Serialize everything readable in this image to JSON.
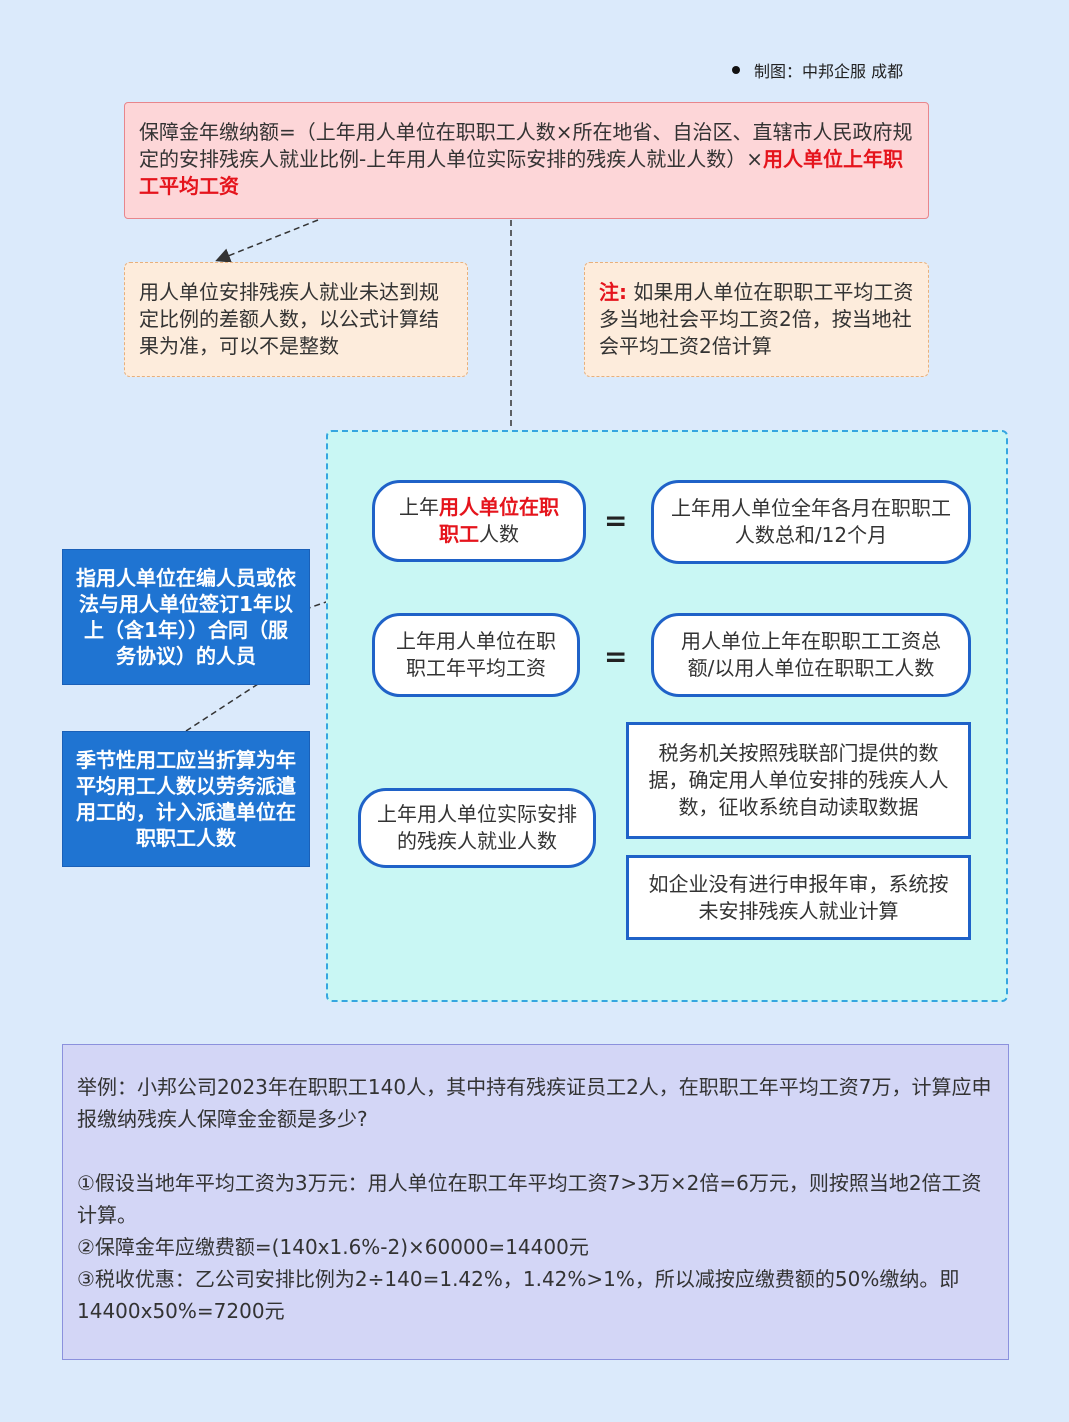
{
  "credit": "制图：中邦企服 成都",
  "formula": {
    "main": "保障金年缴纳额=（上年用人单位在职职工人数×所在地省、自治区、直辖市人民政府规定的安排残疾人就业比例-上年用人单位实际安排的残疾人就业人数）×",
    "highlight": "用人单位上年职工平均工资"
  },
  "note_left": "用人单位安排残疾人就业未达到规定比例的差额人数，以公式计算结果为准，可以不是整数",
  "note_right": {
    "label": "注:",
    "text": "如果用人单位在职职工平均工资多当地社会平均工资2倍，按当地社会平均工资2倍计算"
  },
  "row1": {
    "left_prefix": "上年",
    "left_highlight": "用人单位在职职工",
    "left_suffix": "人数",
    "eq": "=",
    "right": "上年用人单位全年各月在职职工人数总和/12个月"
  },
  "row2": {
    "left": "上年用人单位在职职工年平均工资",
    "eq": "=",
    "right": "用人单位上年在职职工工资总额/以用人单位在职职工人数"
  },
  "row3": {
    "left": "上年用人单位实际安排的残疾人就业人数",
    "right_top": "税务机关按照残联部门提供的数据，确定用人单位安排的残疾人人数，征收系统自动读取数据",
    "right_bottom": "如企业没有进行申报年审，系统按未安排残疾人就业计算"
  },
  "blue_box_1": "指用人单位在编人员或依法与用人单位签订1年以上（含1年））合同（服务协议）的人员",
  "blue_box_2": "季节性用工应当折算为年平均用工人数以劳务派遣用工的，计入派遣单位在职职工人数",
  "example": {
    "question": "举例：小邦公司2023年在职职工140人，其中持有残疾证员工2人，在职职工年平均工资7万，计算应申报缴纳残疾人保障金金额是多少?",
    "step1": "①假设当地年平均工资为3万元：用人单位在职工年平均工资7>3万×2倍=6万元，则按照当地2倍工资计算。",
    "step2": "②保障金年应缴费额=(140x1.6%-2)×60000=14400元",
    "step3": "③税收优惠：乙公司安排比例为2÷140=1.42%，1.42%>1%，所以减按应缴费额的50%缴纳。即14400x50%=7200元"
  },
  "colors": {
    "background": "#dbeafb",
    "formula_bg": "#fdd6d8",
    "note_bg": "#fdecdc",
    "area_bg": "#c9f7f4",
    "blue_box": "#1f74d2",
    "accent_red": "#e5141c",
    "example_bg": "#d3d6f6"
  }
}
